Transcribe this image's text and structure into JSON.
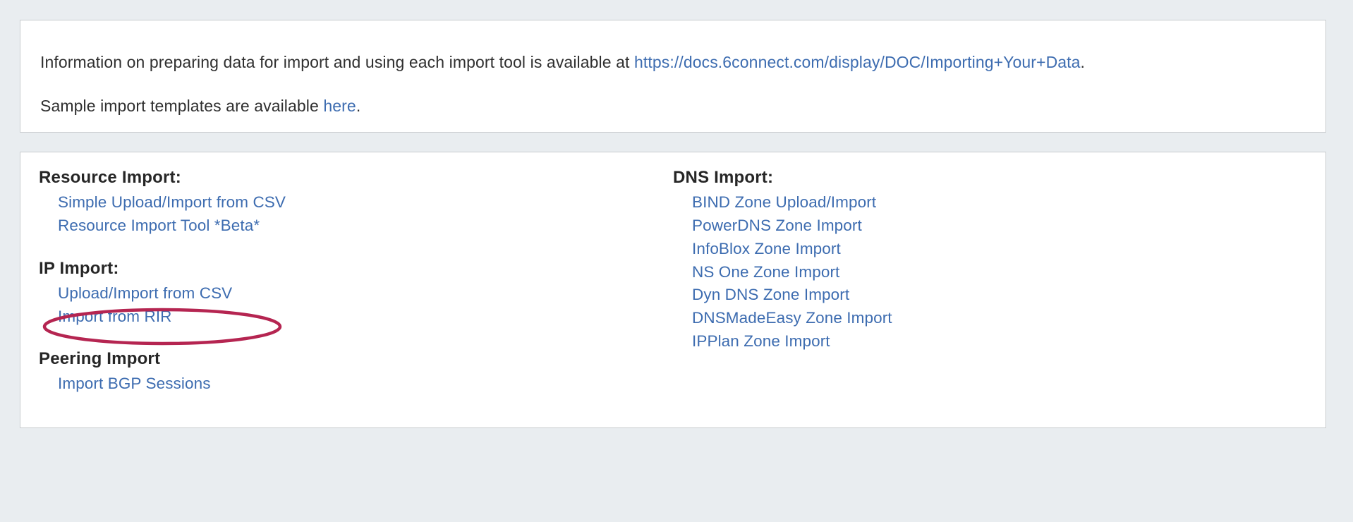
{
  "info_panel": {
    "line1_prefix": "Information on preparing data for import and using each import tool is available at ",
    "line1_link": "https://docs.6connect.com/display/DOC/Importing+Your+Data",
    "line1_suffix": ".",
    "line2_prefix": "Sample import templates are available ",
    "line2_link": "here",
    "line2_suffix": "."
  },
  "tools_panel": {
    "left_column": [
      {
        "title": "Resource Import:",
        "links": [
          "Simple Upload/Import from CSV",
          "Resource Import Tool *Beta*"
        ]
      },
      {
        "title": "IP Import:",
        "links": [
          "Upload/Import from CSV",
          "Import from RIR"
        ]
      },
      {
        "title": "Peering Import",
        "links": [
          "Import BGP Sessions"
        ]
      }
    ],
    "right_column": [
      {
        "title": "DNS Import:",
        "links": [
          "BIND Zone Upload/Import",
          "PowerDNS Zone Import",
          "InfoBlox Zone Import",
          "NS One Zone Import",
          "Dyn DNS Zone Import",
          "DNSMadeEasy Zone Import",
          "IPPlan Zone Import"
        ]
      }
    ]
  },
  "annotation": {
    "type": "ellipse-highlight",
    "target_label": "Upload/Import from CSV",
    "color": "#b52551"
  },
  "colors": {
    "page_background": "#e9edf0",
    "panel_background": "#ffffff",
    "panel_border": "#c9cccf",
    "link": "#3d6cb0",
    "heading": "#262626",
    "body_text": "#2f2f2f",
    "annotation": "#b52551"
  }
}
